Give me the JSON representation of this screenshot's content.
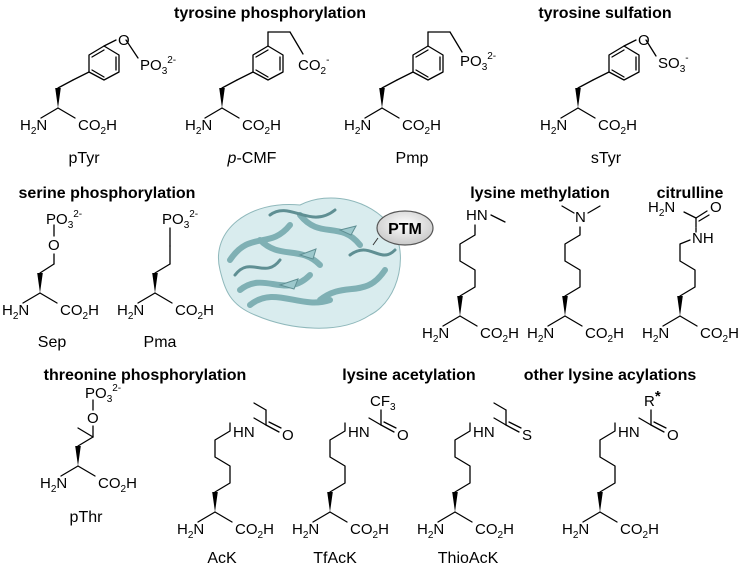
{
  "headers": {
    "tyr_phos": "tyrosine phosphorylation",
    "tyr_sulf": "tyrosine sulfation",
    "ser_phos": "serine phosphorylation",
    "lys_meth": "lysine methylation",
    "citrulline": "citrulline",
    "thr_phos": "threonine phosphorylation",
    "lys_acet": "lysine acetylation",
    "other_acyl": "other lysine acylations"
  },
  "compounds": {
    "ptyr": "pTyr",
    "pcmf_prefix": "p",
    "pcmf_rest": "-CMF",
    "pmp": "Pmp",
    "styr": "sTyr",
    "sep": "Sep",
    "pma": "Pma",
    "pthr": "pThr",
    "ack": "AcK",
    "tfack": "TfAcK",
    "thioack": "ThioAcK"
  },
  "atoms": {
    "H": "H",
    "N": "N",
    "CO": "CO",
    "two": "2",
    "O": "O",
    "P": "P",
    "S": "S",
    "R": "R",
    "star": "*",
    "three": "3",
    "two_minus": "2-",
    "minus": "-",
    "CF": "CF",
    "HN": "HN",
    "NH": "NH"
  },
  "callout": {
    "label": "PTM"
  },
  "colors": {
    "protein": "#9cc8cc",
    "protein_dark": "#5f8f93",
    "callout_fill": "#e6e6e6"
  }
}
